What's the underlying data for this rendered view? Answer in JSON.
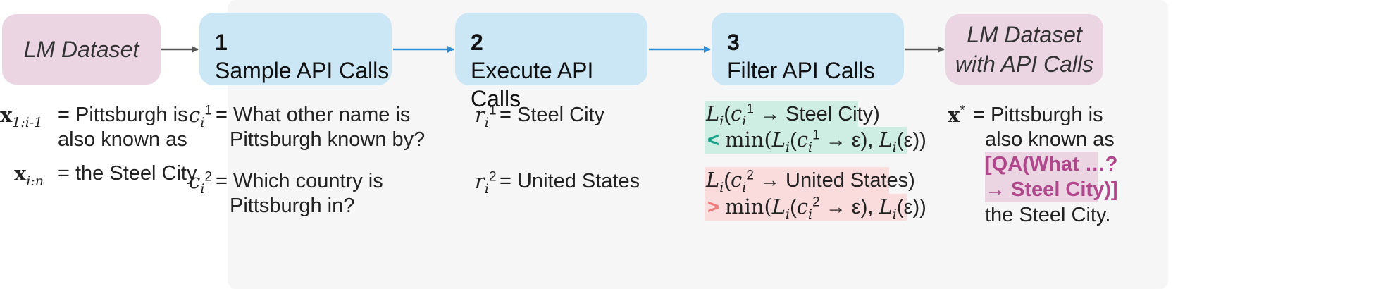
{
  "boxes": {
    "input_dataset": "LM Dataset",
    "step1": {
      "num": "1",
      "title": "Sample API Calls"
    },
    "step2": {
      "num": "2",
      "title": "Execute API Calls"
    },
    "step3": {
      "num": "3",
      "title": "Filter API Calls"
    },
    "output_dataset_line1": "LM Dataset",
    "output_dataset_line2": "with API Calls"
  },
  "left": {
    "x1_sub": "1:i-1",
    "x1_line1": "= Pittsburgh is",
    "x1_line2": "also known as",
    "x2_sub": "i:n",
    "x2_text": "= the Steel City"
  },
  "sample": {
    "c1_sup": "1",
    "c1_line1": "= What other name is",
    "c1_line2": "Pittsburgh known by?",
    "c2_sup": "2",
    "c2_line1": "= Which country is",
    "c2_line2": "Pittsburgh in?"
  },
  "execute": {
    "r1_sup": "1",
    "r1_text": "= Steel City",
    "r2_sup": "2",
    "r2_text": "= United States"
  },
  "filter": {
    "g_result": "Steel City)",
    "r_result": "United States)",
    "op_lt": "<",
    "op_gt": ">"
  },
  "output": {
    "line1": "= Pittsburgh is",
    "line2": "also known as",
    "hl1": "[QA(What …?",
    "hl2": "→ Steel City)]",
    "line3": "the Steel City."
  },
  "colors": {
    "pink": "#ebd5e3",
    "blue": "#cbe6f5",
    "arrow_blue": "#2a8fd6",
    "arrow_gray": "#555555"
  }
}
